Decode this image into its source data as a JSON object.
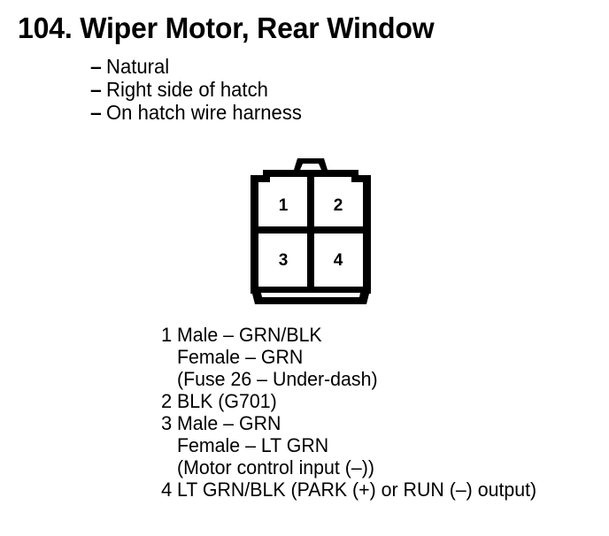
{
  "page": {
    "title": "104. Wiper Motor, Rear Window",
    "number": "104.",
    "name": "Wiper Motor, Rear Window",
    "background_color": "#ffffff",
    "ink_color": "#000000"
  },
  "attributes": {
    "dash": "–",
    "items": [
      {
        "label": "Natural"
      },
      {
        "label": "Right side of hatch"
      },
      {
        "label": "On hatch wire harness"
      }
    ]
  },
  "connector": {
    "type": "4-pin rectangular connector with top latch tab",
    "pin_count": 4,
    "rows": 2,
    "columns": 2,
    "cells": [
      {
        "position": "top-left",
        "label": "1"
      },
      {
        "position": "top-right",
        "label": "2"
      },
      {
        "position": "bottom-left",
        "label": "3"
      },
      {
        "position": "bottom-right",
        "label": "4"
      }
    ],
    "outline_color": "#000000",
    "fill_color": "#ffffff"
  },
  "pin_list": [
    {
      "number": "1",
      "lines": [
        "Male – GRN/BLK",
        "Female – GRN",
        "(Fuse 26 – Under-dash)"
      ]
    },
    {
      "number": "2",
      "lines": [
        "BLK (G701)"
      ]
    },
    {
      "number": "3",
      "lines": [
        "Male – GRN",
        "Female – LT GRN",
        "(Motor control input (–))"
      ]
    },
    {
      "number": "4",
      "lines": [
        "LT GRN/BLK (PARK (+) or RUN (–) output)"
      ]
    }
  ]
}
